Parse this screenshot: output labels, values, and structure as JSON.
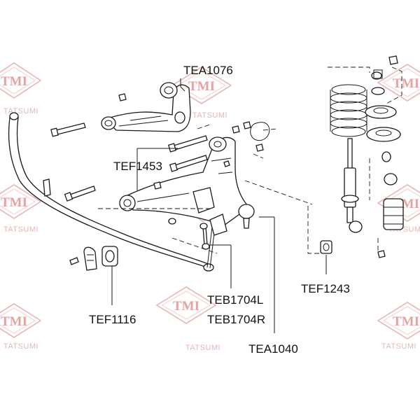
{
  "watermark": {
    "logo_text": "TMI",
    "brand_text": "TATSUMI"
  },
  "labels": {
    "tea1076": "TEA1076",
    "tef1453": "TEF1453",
    "tef1116": "TEF1116",
    "teb1704l": "TEB1704L",
    "teb1704r": "TEB1704R",
    "tea1040": "TEA1040",
    "tef1243": "TEF1243"
  },
  "colors": {
    "watermark": "#e9b4b4",
    "line_art": "#1a1a1a",
    "background": "#ffffff"
  }
}
